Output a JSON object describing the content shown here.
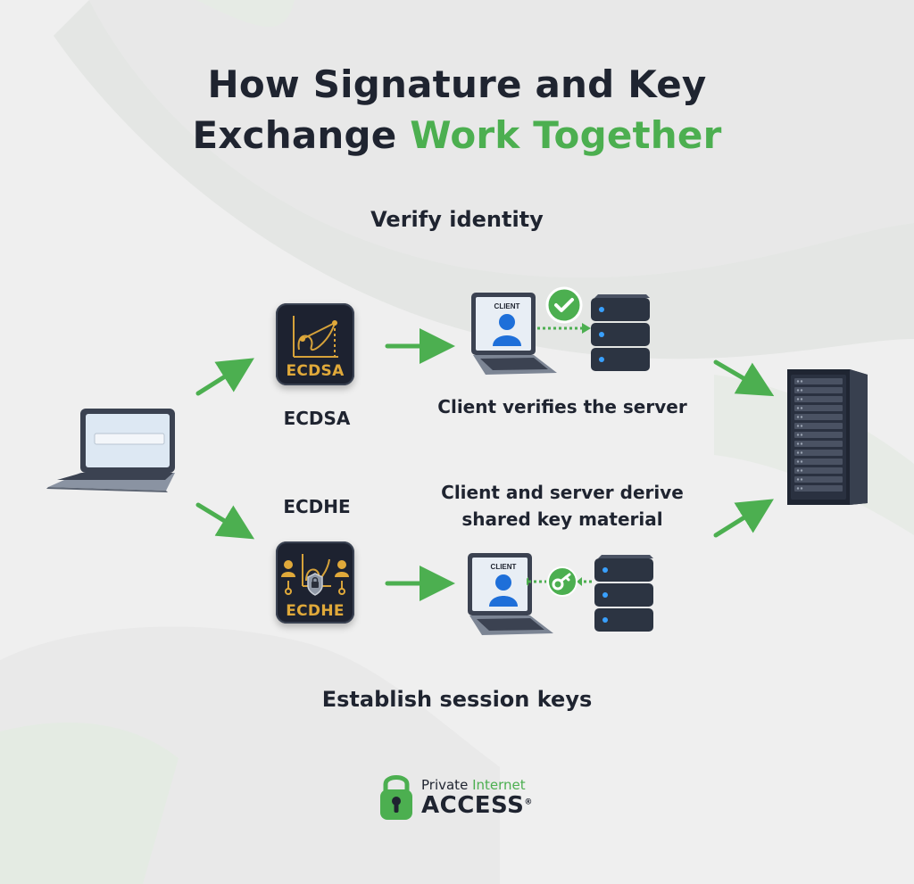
{
  "title": {
    "line1": "How Signature and Key",
    "line2_plain": "Exchange",
    "line2_accent": "Work Together"
  },
  "labels": {
    "verify_identity": "Verify identity",
    "establish_keys": "Establish session keys",
    "ecdsa": "ECDSA",
    "ecdhe": "ECDHE",
    "client_verifies": "Client verifies the server",
    "client_derive": "Client and server derive shared key material"
  },
  "cards": {
    "ecdsa_text": "ECDSA",
    "ecdhe_text": "ECDHE"
  },
  "screens": {
    "client_top": "CLIENT",
    "client_bottom": "CLIENT"
  },
  "logo": {
    "brand_plain": "Private",
    "brand_accent": "Internet",
    "name": "ACCESS",
    "reg": "®"
  },
  "colors": {
    "accent": "#4caf50",
    "dark": "#1f2430",
    "card_gold": "#e0a93a",
    "server": "#2c3442",
    "background": "#efefef"
  },
  "icons": [
    "laptop-icon",
    "ecdsa-card-icon",
    "ecdhe-card-icon",
    "client-laptop-icon",
    "check-badge-icon",
    "key-badge-icon",
    "server-small-icon",
    "server-tower-icon",
    "arrow-icon",
    "lock-logo-icon"
  ]
}
